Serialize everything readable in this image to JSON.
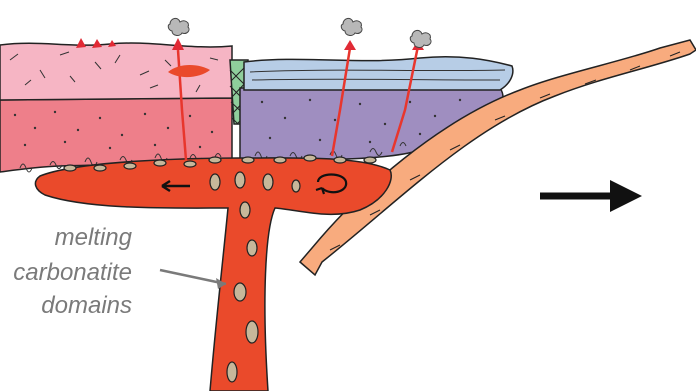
{
  "annotation": {
    "lines": [
      "melting",
      "carbonatite",
      "domains"
    ]
  },
  "colors": {
    "pink_crust": "#f6b5c4",
    "red_mantle": "#ee7f8a",
    "blue_crust": "#b7cde6",
    "purple_mantle": "#9f8ec0",
    "plume": "#ea4a2b",
    "carbonatite": "#c7b79a",
    "slab": "#f8ab7e",
    "suture": "#8fcf9c",
    "label_gray": "#7a7a7a"
  },
  "icons": [
    "volcanic-plume-icon",
    "motion-arrow-icon",
    "rotation-arrow-icon"
  ]
}
